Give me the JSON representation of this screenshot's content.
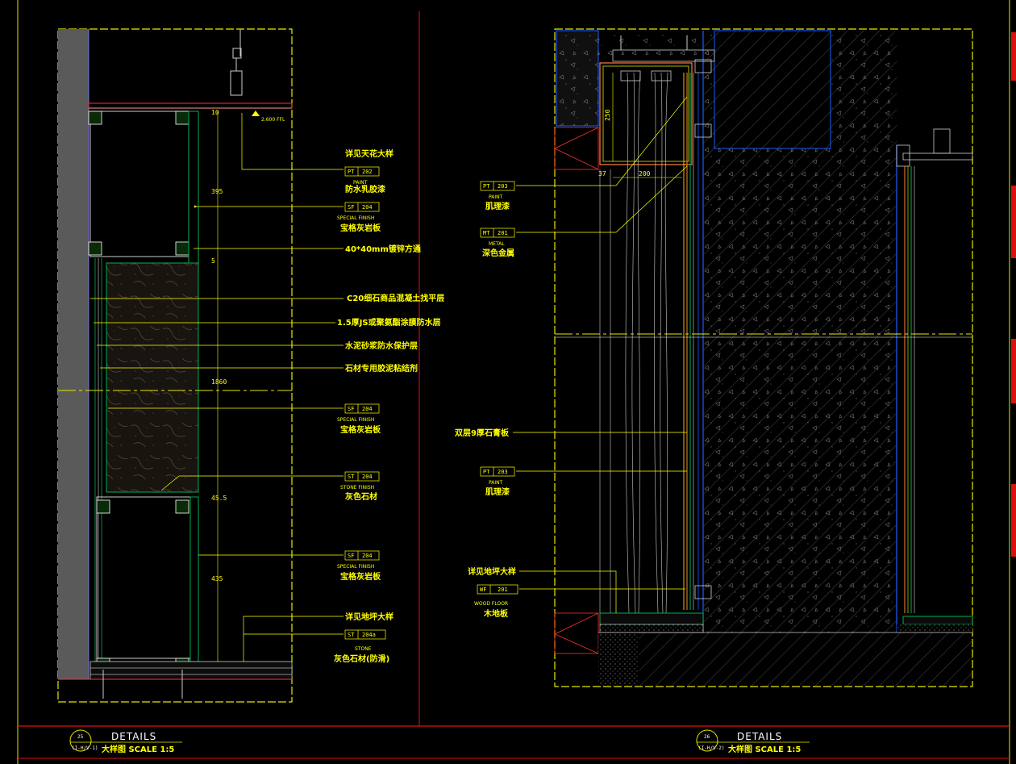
{
  "colors": {
    "background": "#000000",
    "annotation": "#ffff00",
    "frame": "#e8e800",
    "section_line": "#e01010",
    "concrete": "#606060",
    "metal": "#1a5cff",
    "finish": "#00b050"
  },
  "left_detail": {
    "elevation_text": "2.600 FFL",
    "dimensions": [
      "10",
      "395",
      "5",
      "1860",
      "45.5",
      "435"
    ],
    "callouts": [
      {
        "id": "c1",
        "text": "详见天花大样"
      },
      {
        "id": "c2",
        "code": "PT",
        "num": "202",
        "sub": "PAINT",
        "text": "防水乳胶漆"
      },
      {
        "id": "c3",
        "code": "SF",
        "num": "204",
        "sub": "SPECIAL FINISH",
        "text": "宝格灰岩板"
      },
      {
        "id": "c4",
        "text": "40*40mm镀锌方通"
      },
      {
        "id": "c5",
        "text": "C20细石商品混凝土找平层"
      },
      {
        "id": "c6",
        "text": "1.5厚JS或聚氨酯涂膜防水层"
      },
      {
        "id": "c7",
        "text": "水泥砂浆防水保护层"
      },
      {
        "id": "c8",
        "text": "石材专用胶泥粘结剂"
      },
      {
        "id": "c9",
        "code": "SF",
        "num": "204",
        "sub": "SPECIAL FINISH",
        "text": "宝格灰岩板"
      },
      {
        "id": "c10",
        "code": "ST",
        "num": "204",
        "sub": "STONE FINISH",
        "text": "灰色石材"
      },
      {
        "id": "c11",
        "code": "SF",
        "num": "204",
        "sub": "SPECIAL FINISH",
        "text": "宝格灰岩板"
      },
      {
        "id": "c12",
        "text": "详见地坪大样"
      },
      {
        "id": "c13",
        "code": "ST",
        "num": "204a",
        "sub": "STONE",
        "text": "灰色石材(防滑)"
      }
    ]
  },
  "right_detail": {
    "dimensions": [
      "250",
      "200",
      "37"
    ],
    "callouts": [
      {
        "id": "r1",
        "code": "PT",
        "num": "203",
        "sub": "PAINT",
        "text": "肌理漆"
      },
      {
        "id": "r2",
        "code": "MT",
        "num": "201",
        "sub": "METAL",
        "text": "深色金属"
      },
      {
        "id": "r3",
        "text": "双层9厚石膏板"
      },
      {
        "id": "r4",
        "code": "PT",
        "num": "203",
        "sub": "PAINT",
        "text": "肌理漆"
      },
      {
        "id": "r5",
        "text": "详见地坪大样"
      },
      {
        "id": "r6",
        "code": "WF",
        "num": "201",
        "sub": "WOOD FLOOR",
        "text": "木地板"
      }
    ]
  },
  "title_blocks": [
    {
      "number": "25",
      "ref": "(I-H/V-1)",
      "title": "DETAILS",
      "subtitle": "大样图 SCALE  1:5"
    },
    {
      "number": "26",
      "ref": "(I-H/V-2)",
      "title": "DETAILS",
      "subtitle": "大样图 SCALE  1:5"
    }
  ]
}
